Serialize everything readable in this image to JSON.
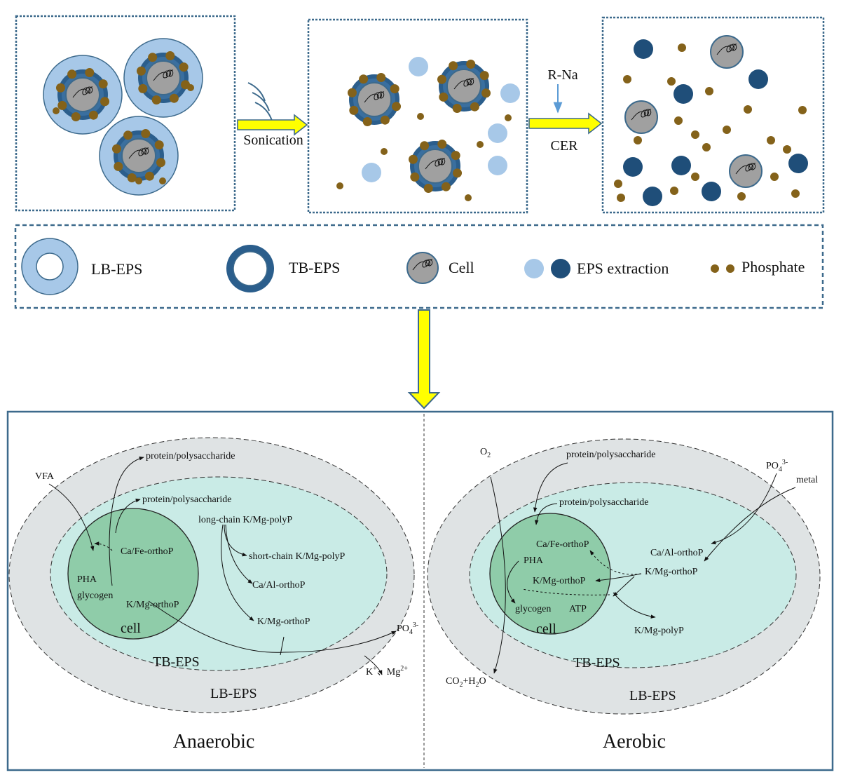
{
  "top": {
    "sonication_label": "Sonication",
    "reagent_label": "R-Na",
    "cer_label": "CER"
  },
  "legend": {
    "lb_eps": "LB-EPS",
    "tb_eps": "TB-EPS",
    "cell": "Cell",
    "eps_extraction": "EPS extraction",
    "phosphate": "Phosphate"
  },
  "anaerobic": {
    "title": "Anaerobic",
    "vfa": "VFA",
    "protein_outer": "protein/polysaccharide",
    "protein_inner": "protein/polysaccharide",
    "ca_fe": "Ca/Fe-orthoP",
    "pha": "PHA",
    "glycogen": "glycogen",
    "k_mg_ortho_cell": "K/Mg-orthoP",
    "cell": "cell",
    "long_chain": "long-chain K/Mg-polyP",
    "short_chain": "short-chain K/Mg-polyP",
    "ca_al": "Ca/Al-orthoP",
    "k_mg_ortho": "K/Mg-orthoP",
    "po4": "PO",
    "po4_sub": "4",
    "po4_sup": "3-",
    "k_ion": "K",
    "k_sup": "+",
    "ion_sep": "、",
    "mg_ion": "Mg",
    "mg_sup": "2+",
    "tb_eps": "TB-EPS",
    "lb_eps": "LB-EPS"
  },
  "aerobic": {
    "title": "Aerobic",
    "o2": "O",
    "o2_sub": "2",
    "protein_outer": "protein/polysaccharide",
    "protein_inner": "protein/polysaccharide",
    "po4": "PO",
    "po4_sub": "4",
    "po4_sup": "3-",
    "metal": "metal",
    "ca_fe": "Ca/Fe-orthoP",
    "pha": "PHA",
    "k_mg_ortho_cell": "K/Mg-orthoP",
    "glycogen": "glycogen",
    "atp": "ATP",
    "cell": "cell",
    "ca_al": "Ca/Al-orthoP",
    "k_mg_ortho": "K/Mg-orthoP",
    "k_mg_poly": "K/Mg-polyP",
    "co2": "CO",
    "co2_sub": "2",
    "co2_mid": "+H",
    "h2o_sub": "2",
    "h2o_end": "O",
    "tb_eps": "TB-EPS",
    "lb_eps": "LB-EPS"
  },
  "colors": {
    "lb_eps_fill": "#a7c8e8",
    "tb_eps_fill": "#2b5e8c",
    "cell_fill": "#a0a0a0",
    "phosphate": "#84621a",
    "eps_dark": "#1f4e79",
    "panel_border": "#3d6a8c",
    "arrow_fill": "#ffff00",
    "lb_region": "#dfe3e4",
    "tb_region": "#c9ebe6",
    "cell_region": "#8fcca9"
  }
}
